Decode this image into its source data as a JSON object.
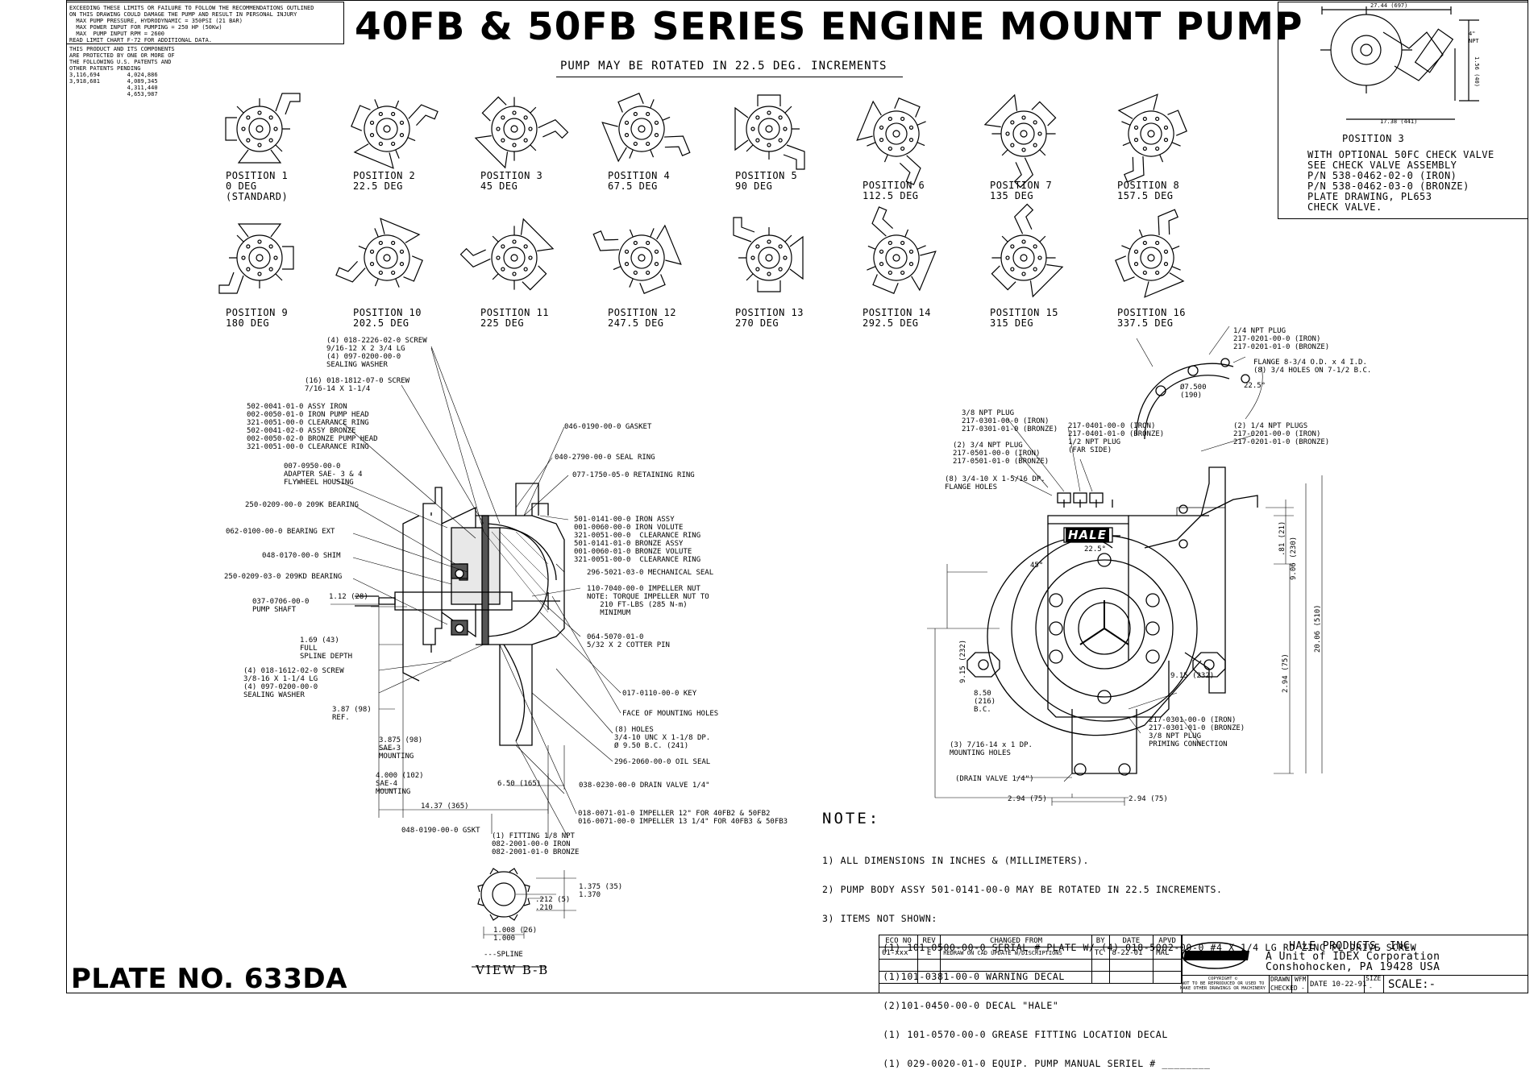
{
  "title": "40FB & 50FB SERIES ENGINE MOUNT PUMP",
  "subtitle": "PUMP MAY BE ROTATED IN 22.5 DEG. INCREMENTS",
  "warning_lines": [
    "EXCEEDING THESE LIMITS OR FAILURE TO FOLLOW THE RECOMMENDATIONS OUTLINED",
    "ON THIS DRAWING COULD DAMAGE THE PUMP AND RESULT IN PERSONAL INJURY",
    "  MAX PUMP PRESSURE, HYDRODYNAMIC = 350PSI (21 BAR)",
    "  MAX POWER INPUT FOR PUMPING = 250 HP (50Kw)",
    "  MAX  PUMP INPUT RPM = 2600",
    "READ LIMIT CHART F-72 FOR ADDITIONAL DATA."
  ],
  "patent_lines": [
    "THIS PRODUCT AND ITS COMPONENTS",
    "ARE PROTECTED BY ONE OR MORE OF",
    "THE FOLLOWING U.S. PATENTS AND",
    "OTHER PATENTS PENDING",
    "3,116,694        4,024,886",
    "3,918,681        4,089,345",
    "                 4,311,440",
    "                 4,653,987"
  ],
  "positions": [
    {
      "name": "POSITION 1",
      "angle": "0 DEG",
      "note": "(STANDARD)"
    },
    {
      "name": "POSITION 2",
      "angle": "22.5 DEG"
    },
    {
      "name": "POSITION 3",
      "angle": "45 DEG"
    },
    {
      "name": "POSITION 4",
      "angle": "67.5 DEG"
    },
    {
      "name": "POSITION 5",
      "angle": "90 DEG"
    },
    {
      "name": "POSITION 6",
      "angle": "112.5 DEG"
    },
    {
      "name": "POSITION 7",
      "angle": "135 DEG"
    },
    {
      "name": "POSITION 8",
      "angle": "157.5 DEG"
    },
    {
      "name": "POSITION 9",
      "angle": "180 DEG"
    },
    {
      "name": "POSITION 10",
      "angle": "202.5 DEG"
    },
    {
      "name": "POSITION 11",
      "angle": "225 DEG"
    },
    {
      "name": "POSITION 12",
      "angle": "247.5 DEG"
    },
    {
      "name": "POSITION 13",
      "angle": "270 DEG"
    },
    {
      "name": "POSITION 14",
      "angle": "292.5 DEG"
    },
    {
      "name": "POSITION 15",
      "angle": "315 DEG"
    },
    {
      "name": "POSITION 16",
      "angle": "337.5 DEG"
    }
  ],
  "position3_box": {
    "title": "POSITION 3",
    "dims": [
      "27.44 (697)",
      "4\"",
      "NPT",
      "1.56 (40)",
      "17.38 (441)"
    ],
    "lines": [
      "WITH OPTIONAL 50FC CHECK VALVE",
      "SEE CHECK VALVE ASSEMBLY",
      "P/N 538-0462-02-0 (IRON)",
      "P/N 538-0462-03-0 (BRONZE)",
      "PLATE DRAWING, PL653",
      "CHECK VALVE."
    ]
  },
  "left_callouts": [
    "(4) 018-2226-02-0 SCREW\n9/16-12 X 2 3/4 LG\n(4) 097-0200-00-0\nSEALING WASHER",
    "(16) 018-1812-07-0 SCREW\n7/16-14 X 1-1/4",
    "502-0041-01-0 ASSY IRON\n002-0050-01-0 IRON PUMP HEAD\n321-0051-00-0 CLEARANCE RING\n502-0041-02-0 ASSY BRONZE\n002-0050-02-0 BRONZE PUMP HEAD\n321-0051-00-0 CLEARANCE RING",
    "007-0950-00-0\nADAPTER SAE- 3 & 4\nFLYWHEEL HOUSING",
    "250-0209-00-0 209K BEARING",
    "062-0100-00-0 BEARING EXT",
    "048-0170-00-0 SHIM",
    "250-0209-03-0 209KD BEARING",
    "037-0706-00-0\nPUMP SHAFT",
    "(4) 018-1612-02-0 SCREW\n3/8-16 X 1-1/4 LG\n(4) 097-0200-00-0\nSEALING WASHER",
    "048-0190-00-0 GSKT"
  ],
  "right_callouts": [
    "046-0190-00-0 GASKET",
    "040-2790-00-0 SEAL RING",
    "077-1750-05-0 RETAINING RING",
    "501-0141-00-0 IRON ASSY\n001-0060-00-0 IRON VOLUTE\n321-0051-00-0  CLEARANCE RING\n501-0141-01-0 BRONZE ASSY\n001-0060-01-0 BRONZE VOLUTE\n321-0051-00-0  CLEARANCE RING",
    "296-5021-03-0 MECHANICAL SEAL",
    "110-7040-00-0 IMPELLER NUT\nNOTE: TORQUE IMPELLER NUT TO\n   210 FT-LBS (285 N-m)\n   MINIMUM",
    "064-5070-01-0\n5/32 X 2 COTTER PIN",
    "017-0110-00-0 KEY",
    "FACE OF MOUNTING HOLES",
    "(8) HOLES\n3/4-10 UNC X 1-1/8 DP.\nØ 9.50 B.C. (241)",
    "296-2060-00-0 OIL SEAL",
    "038-0230-00-0 DRAIN VALVE 1/4\"",
    "018-0071-01-0 IMPELLER 12\" FOR 40FB2 & 50FB2\n016-0071-00-0 IMPELLER 13 1/4\" FOR 40FB3 & 50FB3",
    "(1) FITTING 1/8 NPT\n082-2001-00-0 IRON\n082-2001-01-0 BRONZE"
  ],
  "side_dims": {
    "d1": "1.12 (28)",
    "d2": "1.69 (43)\nFULL\nSPLINE DEPTH",
    "d3": "3.87 (98)\nREF.",
    "d4": "3.875 (98)\nSAE-3\nMOUNTING",
    "d5": "4.000 (102)\nSAE-4\nMOUNTING",
    "d6": "6.50 (165)",
    "d7": "14.37 (365)"
  },
  "view_bb": {
    "label": "VIEW B-B",
    "d1": "1.375 (35)\n1.370",
    "d2": ".212 (5)\n.210",
    "d3": "1.008 (26)\n1.000",
    "d4": "---SPLINE"
  },
  "front_callouts": [
    "1/4 NPT PLUG\n217-0201-00-0 (IRON)\n217-0201-01-0 (BRONZE)",
    "FLANGE 8-3/4 O.D. x 4 I.D.\n(8) 3/4 HOLES ON 7-1/2 B.C.",
    "Ø7.500\n(190)",
    "22.5°",
    "3/8 NPT PLUG\n217-0301-00-0 (IRON)\n217-0301-01-0 (BRONZE)",
    "217-0401-00-0 (IRON)\n217-0401-01-0 (BRONZE)\n1/2 NPT PLUG\n(FAR SIDE)",
    "(2) 1/4 NPT PLUGS\n217-0201-00-0 (IRON)\n217-0201-01-0 (BRONZE)",
    "(2) 3/4 NPT PLUG\n217-0501-00-0 (IRON)\n217-0501-01-0 (BRONZE)",
    "(8) 3/4-10 X 1-5/16 DP.\nFLANGE HOLES",
    "9.15 (232)",
    "9.15 (232)",
    "8.50\n(216)\nB.C.",
    "(3) 7/16-14 x 1 DP.\nMOUNTING HOLES",
    "(DRAIN VALVE 1/4\")",
    "2.94 (75)",
    "2.94 (75)",
    "217-0301-00-0 (IRON)\n217-0301-01-0 (BRONZE)\n3/8 NPT PLUG\nPRIMING CONNECTION",
    ".81 (21)",
    "9.06 (230)",
    "20.06 (510)",
    "2.94 (75)",
    "22.5°",
    "45°"
  ],
  "brand_label": "HALE",
  "notes": {
    "heading": "NOTE:",
    "lines": [
      "1) ALL DIMENSIONS IN INCHES & (MILLIMETERS).",
      "2) PUMP BODY ASSY 501-0141-00-0 MAY BE ROTATED IN 22.5 INCREMENTS.",
      "3) ITEMS NOT SHOWN:",
      "          (1) 101-0500-00-0 SERIAL # PLATE W/ (4) 018-5002-00-0 #4 X 1/4 LG RD ZINC PL DRIVE SCREW",
      "          (1)101-0381-00-0 WARNING DECAL",
      "          (2)101-0450-00-0 DECAL \"HALE\"",
      "          (1) 101-0570-00-0 GREASE FITTING LOCATION DECAL",
      "          (1) 029-0020-01-0 EQUIP. PUMP MANUAL SERIEL # ________"
    ]
  },
  "title_block": {
    "headers": [
      "ECO NO",
      "REV",
      "CHANGED FROM",
      "BY",
      "DATE",
      "APVD"
    ],
    "row": [
      "01-xxx",
      "E",
      "REDRAW ON CAD UPDATE  W/DISCRIPTIONS",
      "TC",
      "8-22-01",
      "MAL"
    ],
    "company": "HALE PRODUCTS, INC.\nA Unit of IDEX Corporation\nConshohocken, PA 19428 USA",
    "copyright": "COPYRIGHT ©\nNOT TO BE REPRODUCED OR USED TO\nMAKE OTHER DRAWINGS OR MACHINERY",
    "drawn_label": "DRAWN",
    "drawn_value": "WFM",
    "checked_label": "CHECKED",
    "checked_value": "-",
    "date": "DATE 10-22-91",
    "size_label": "SIZE",
    "size_value": "-",
    "scale": "SCALE:-"
  },
  "plate_no": "PLATE NO. 633DA"
}
